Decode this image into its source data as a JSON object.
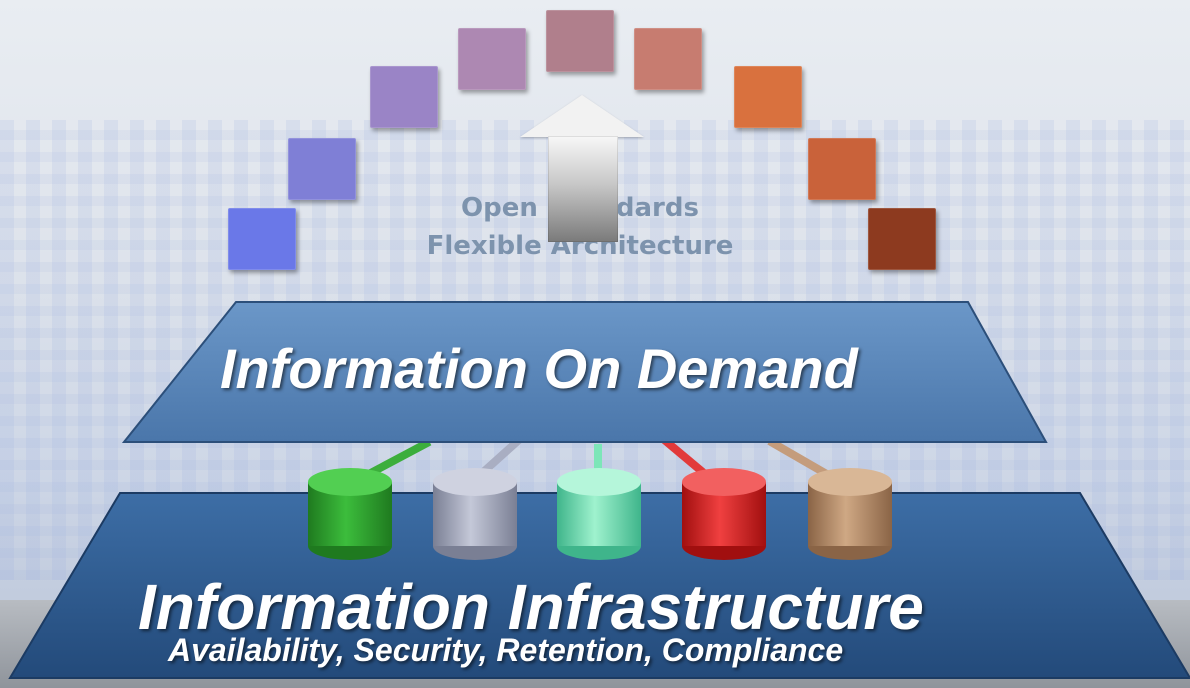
{
  "arch": {
    "line1_a": "Open",
    "line1_b": "dards",
    "line2": "Flexible Architecture",
    "colors": [
      "#6a78e8",
      "#7f7fd6",
      "#9a84c6",
      "#ad88b2",
      "#b07f8c",
      "#c77c70",
      "#d9713e",
      "#c9623a",
      "#8d3a1f"
    ]
  },
  "middle_layer": {
    "title": "Information On Demand",
    "color": "#4f7cb0"
  },
  "bottom_layer": {
    "title": "Information Infrastructure",
    "subtitle": "Availability, Security, Retention, Compliance",
    "color": "#2f5c91"
  },
  "databases": [
    {
      "name": "green-db",
      "color": "#2e9b2e"
    },
    {
      "name": "gray-db",
      "color": "#9aa0b6"
    },
    {
      "name": "mint-db",
      "color": "#6ee0b0"
    },
    {
      "name": "red-db",
      "color": "#d41a1a"
    },
    {
      "name": "tan-db",
      "color": "#b28a6a"
    }
  ]
}
